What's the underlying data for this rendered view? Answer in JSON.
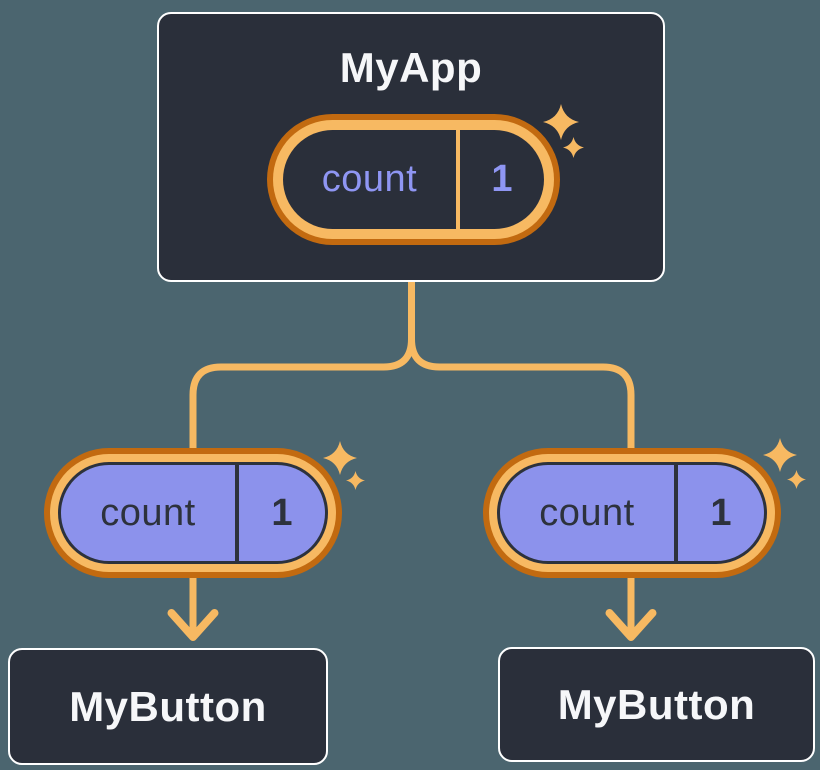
{
  "colors": {
    "background": "#4B656F",
    "box-fill": "#2A2F3A",
    "accent-orange": "#F7B962",
    "orange-dark": "#C26A10",
    "purple": "#8C92EC",
    "periwinkle-text": "#8F96F3",
    "text-light": "#F6F7F9",
    "text-dark": "#2D323C"
  },
  "tree": {
    "root": {
      "title": "MyApp",
      "state": {
        "name": "count",
        "value": "1"
      }
    },
    "children": [
      {
        "title": "MyButton",
        "state": {
          "name": "count",
          "value": "1"
        }
      },
      {
        "title": "MyButton",
        "state": {
          "name": "count",
          "value": "1"
        }
      }
    ]
  }
}
